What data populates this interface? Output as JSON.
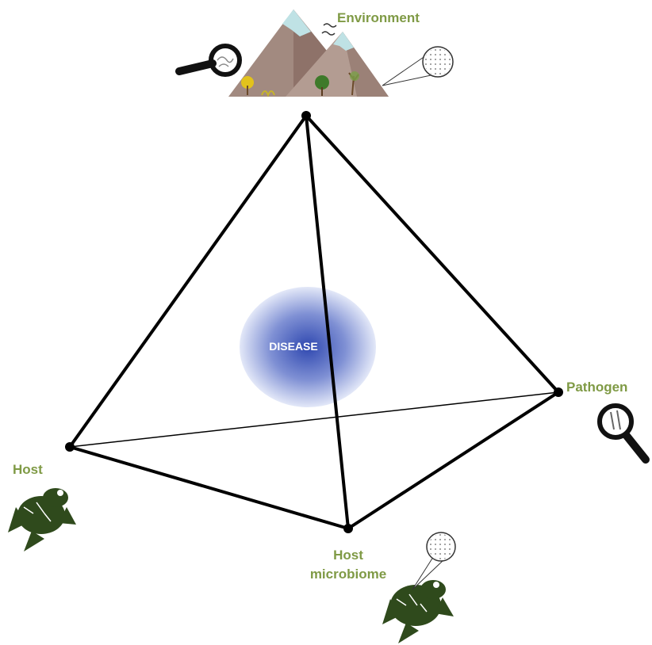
{
  "nodes": {
    "environment": "Environment",
    "pathogen": "Pathogen",
    "host": "Host",
    "microbiome_line1": "Host",
    "microbiome_line2": "microbiome"
  },
  "center": "DISEASE",
  "colors": {
    "label": "#7f9a45",
    "edge": "#000000",
    "disease_core": "#3e57b8",
    "disease_edge": "#dfe5f7",
    "frog": "#2f4a1c",
    "mountain": "#a28a80",
    "snow": "#bfe2e5"
  },
  "icons": [
    "magnifier-icon",
    "mountain-icon",
    "frog-icon",
    "microbe-circle-icon"
  ]
}
